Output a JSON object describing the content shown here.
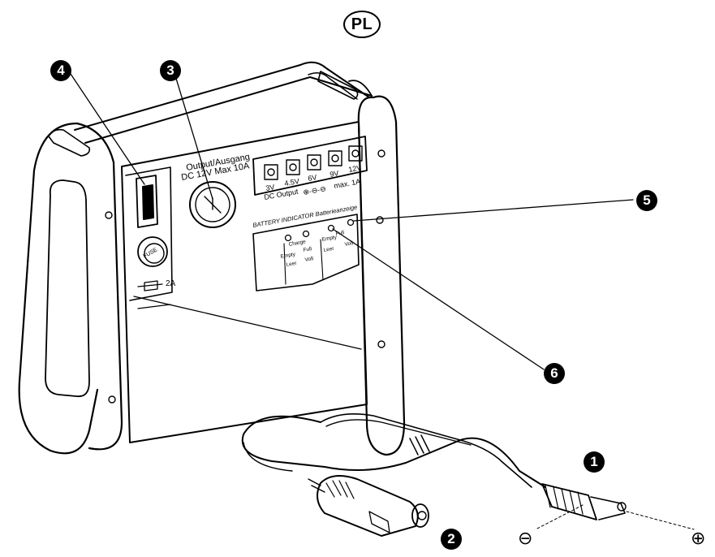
{
  "language_badge": "PL",
  "callouts": {
    "c1": "1",
    "c2": "2",
    "c3": "3",
    "c4": "4",
    "c5": "5",
    "c6": "6"
  },
  "panel": {
    "output_line1": "Output/Ausgang",
    "output_line2": "DC 12V Max 10A",
    "fuse_label": "FUSE",
    "fuse_rating": "2A",
    "dc_output": "DC Output",
    "max_current": "max. 1A",
    "voltages": [
      "3V",
      "4.5V",
      "6V",
      "9V",
      "12V"
    ],
    "battery_indicator": "BATTERY INDICATOR Batterieanzeige",
    "left_group": {
      "charge": "Charge",
      "full": "Full",
      "empty": "Empty",
      "voll": "Voll",
      "leer": "Leer"
    },
    "right_group": {
      "empty": "Empty",
      "leer": "Leer",
      "full": "Full",
      "voll": "Voll"
    }
  },
  "plug_polarity": {
    "negative": "⊖",
    "positive": "⊕"
  }
}
